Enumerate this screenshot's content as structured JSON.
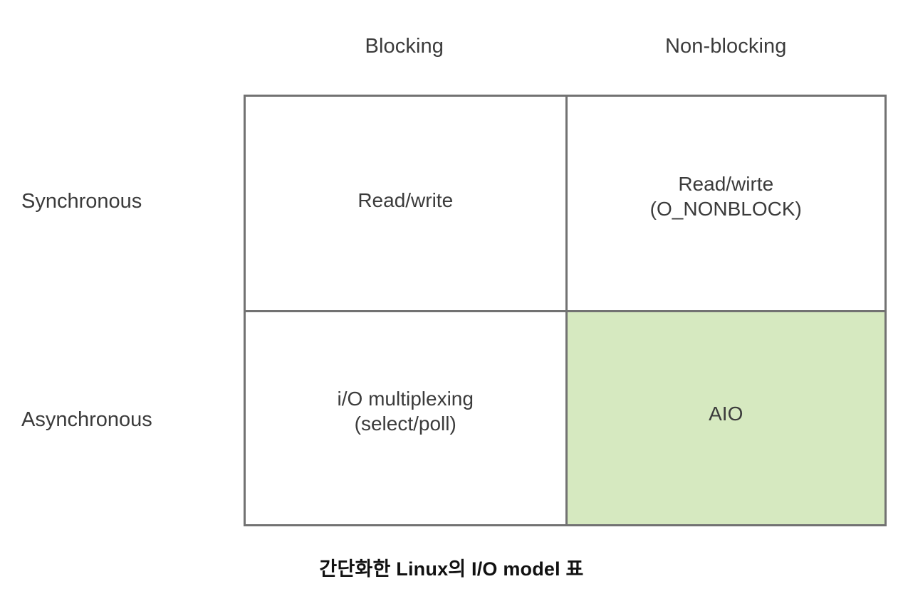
{
  "figure": {
    "caption": "간단화한 Linux의 I/O model 표"
  },
  "matrix": {
    "column_headers": [
      {
        "label": "Blocking"
      },
      {
        "label": "Non-blocking"
      }
    ],
    "row_headers": [
      {
        "label": "Synchronous"
      },
      {
        "label": "Asynchronous"
      }
    ],
    "cells": [
      {
        "row": "Synchronous",
        "column": "Blocking",
        "text": "Read/write",
        "highlighted": false
      },
      {
        "row": "Synchronous",
        "column": "Non-blocking",
        "text": "Read/wirte\n(O_NONBLOCK)",
        "highlighted": false
      },
      {
        "row": "Asynchronous",
        "column": "Blocking",
        "text": "i/O multiplexing\n(select/poll)",
        "highlighted": false
      },
      {
        "row": "Asynchronous",
        "column": "Non-blocking",
        "text": "AIO",
        "highlighted": true
      }
    ]
  },
  "colors": {
    "background": "#ffffff",
    "border": "#727272",
    "text": "#3b3b3b",
    "caption_text": "#111111",
    "highlight_fill": "#d6e9c0"
  }
}
